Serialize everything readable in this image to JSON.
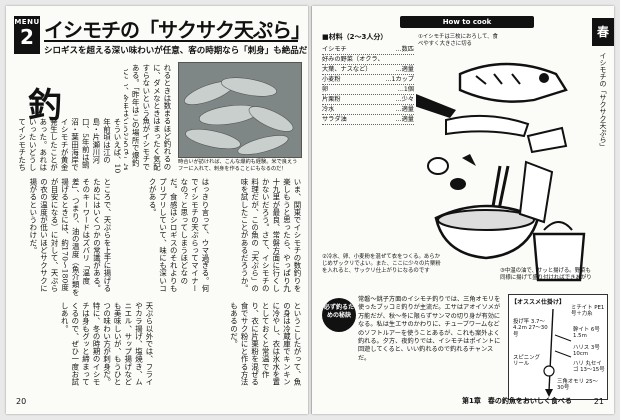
{
  "left": {
    "menu_label": "MENU",
    "menu_number": "2",
    "title": "イシモチの「サクサク天ぷら」",
    "subtitle": "シロギスを超える深い味わいが任意、客の時期なら「刺身」も絶品だ！",
    "dropcap": "釣",
    "col_a": "れるときは数まるほど釣れるのに、ダメなときはまったく気配すらないという魚がイシモチである。「昨年はこの場所で爆釣したし、今年はどうだろね」なんて会話が、堤防上で交わされることも珍しくないのだ。",
    "col_b": "そういえば、10年前頃は江の島・片瀬川河口、5年前は鵠沼・葉田海岸でイシモチが黄金発生したことがあった。あれはいったいどうしてイシモチたちは、一体どこに行ってしまったのだろうか。",
    "col_c": "いま、関東でイシモチの数釣りを楽しもうと思ったら、やっぱり九十九里が最良、常磐方面に行くしかないだろう。さて、イシモチの料理だが、この魚の「天ぷら」の味を試したことがあるだろうか。",
    "col_d": "はっきり言って、ウマ過ぎる。何でイシモチの天ぷらってマイナーなの？と思ってしまうほどなのだ。食感はシロギスのそれよりもプリプリしていて、味にも深いコクがある。",
    "col_e": "ところで、天ぷらを上手に揚げるためにはいくつかの常識がある。そのキーワードはズバリ「温度差」、つまり、油の温度（魚介類を揚げるときには、約170〜180度が目安になる）に対して、天ぷらの衣の温度が低いほどサクサクに揚がるというわけだ。",
    "col_f": "というこしたがって、魚の身は冷蔵庫でキンキンに冷やし、衣は氷水を置としておくと常温で作り、衣に片栗粉を混ぜる食でサク粉にと作る方法もあるのだ。",
    "col_g": "天ぷら以外では、フライやカラ揚げ、塩焼き、ムニエル、サップ揚げなども美味しいが、もうひとつの味わい方が刺身だ。特に、冬の時期のイシモチは身もグッと締まってくるので、ぜひ一度お試しあれ。",
    "photo_caption": "時合いが訪ければ、こんな爆釣も経験。米で良えうフーに入れて、刺身を作ることにもなるのだ！",
    "page_number": "20"
  },
  "right": {
    "howto_label": "How to cook",
    "ing_title": "■材料（2〜3人分）",
    "ingredients": [
      {
        "name": "イシモチ",
        "qty": "…数匹"
      },
      {
        "name": "好みの野菜（オクラ、",
        "qty": ""
      },
      {
        "name": "大葉、ナスなど）",
        "qty": "…適量"
      },
      {
        "name": "小麦粉",
        "qty": "…1カップ"
      },
      {
        "name": "卵",
        "qty": "…1個"
      },
      {
        "name": "片栗粉",
        "qty": "…少々"
      },
      {
        "name": "冷水",
        "qty": "…適量"
      },
      {
        "name": "サラダ油",
        "qty": "…適量"
      }
    ],
    "step1": "①イシモチは三枚におろして、食べやすく大きさに切る",
    "step2": "②冷水、卵、小麦粉を混ぜて衣をつくる。あらかじめザックリでよい。また、ここに少々の片栗粉を入れると、サックリ仕上がりになるのです",
    "step3": "③中温の油で、サッと揚げる。野菜も同様に揚げて盛り付ければできあがり",
    "tab_label": "春",
    "vertical_caption": "イシモチの「サクサク天ぷら」",
    "secret_badge": "必ず釣るための秘訣",
    "secret_text": "常磐〜銚子方面のイシモチ釣りでは、三角オモリを使ったブッコミ釣りが主流だ。エサはアオイソメが万能だが、秋〜冬に限らずサンマの切り身が有効になる。私は生エサのかわりに、チューブワームなどのソフトルアーを使うことあるが、これも案外よく釣れる。夕方、夜釣りでは、イシモチはポイントに回遊してくると、いい釣れるので釣れるチャンスだ。",
    "gear_title": "【オススメ仕掛け】",
    "gear_labels": [
      "ミチイト PE1号＋力糸",
      "投げ竿 3.7〜4.2m 27〜30号",
      "スピニングリール",
      "三角オモリ 25〜30号",
      "幹イト 6号1.5m",
      "ハリス 3号10cm",
      "ハリ 丸セイゴ 13〜15号"
    ],
    "footer": "第1章　春の釣魚をおいしく食べる",
    "page_number": "21"
  }
}
